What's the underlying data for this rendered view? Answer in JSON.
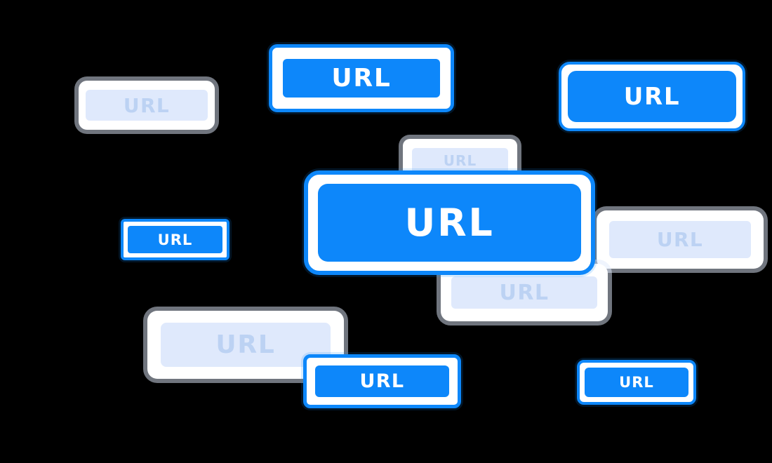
{
  "background_color": "#000000",
  "colors": {
    "primary_blue": "#0d87fa",
    "badge_white": "#ffffff",
    "muted_fill": "#dfe9fc",
    "muted_text": "#bcd2f3"
  },
  "badges": [
    {
      "id": "top-left-muted",
      "label": "URL",
      "variant": "muted"
    },
    {
      "id": "top-center",
      "label": "URL",
      "variant": "blue"
    },
    {
      "id": "top-right",
      "label": "URL",
      "variant": "blue"
    },
    {
      "id": "center-back-muted",
      "label": "URL",
      "variant": "muted"
    },
    {
      "id": "center-large",
      "label": "URL",
      "variant": "blue"
    },
    {
      "id": "mid-left",
      "label": "URL",
      "variant": "blue"
    },
    {
      "id": "mid-right-muted",
      "label": "URL",
      "variant": "muted"
    },
    {
      "id": "center-bottom-muted",
      "label": "URL",
      "variant": "muted"
    },
    {
      "id": "bottom-left-muted",
      "label": "URL",
      "variant": "muted"
    },
    {
      "id": "bottom-center",
      "label": "URL",
      "variant": "blue"
    },
    {
      "id": "bottom-right",
      "label": "URL",
      "variant": "blue"
    }
  ]
}
